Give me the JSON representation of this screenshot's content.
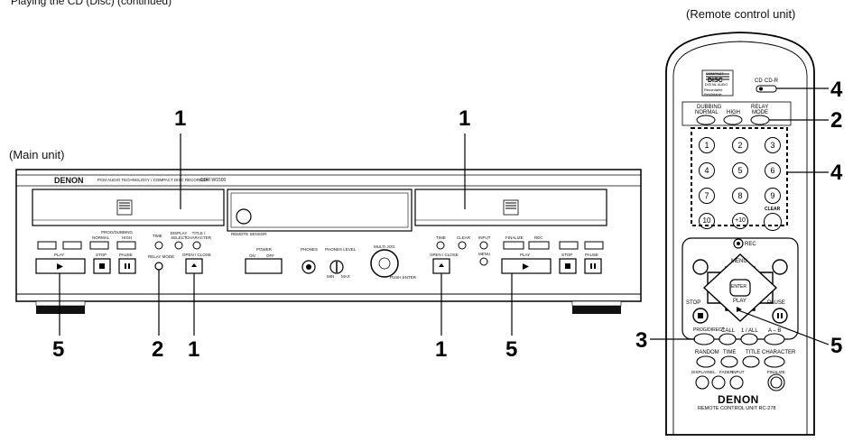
{
  "captions": {
    "top": "Playing the CD (Disc) (continued)",
    "main_unit": "(Main unit)",
    "remote_unit": "(Remote control unit)"
  },
  "callouts": {
    "main_top_left": "1",
    "main_top_right": "1",
    "main_bottom_play_left": "5",
    "main_bottom_relay": "2",
    "main_bottom_open_left": "1",
    "main_bottom_open_right": "1",
    "main_bottom_play_right": "5",
    "remote_cd_switch": "4",
    "remote_relay_mode": "2",
    "remote_numpad": "4",
    "remote_play": "5",
    "remote_prog_direct": "3"
  },
  "main_unit": {
    "brand": "DENON",
    "tagline": "PCM AUDIO TECHNOLOGY / COMPACT DISC RECORDER",
    "model": "CDR-W1500",
    "left_deck": {
      "prog_dubbing": "PROG/DUBBING",
      "normal": "NORMAL",
      "high": "HIGH",
      "time": "TIME",
      "display_select": "DISPLAY SELECT",
      "title_character": "TITLE / CHARACTER",
      "play": "PLAY",
      "stop": "STOP",
      "pause": "PAUSE",
      "relay_mode": "RELAY MODE",
      "open_close": "OPEN / CLOSE"
    },
    "center": {
      "remote_sensor": "REMOTE SENSOR",
      "power": "POWER",
      "on": "ON",
      "off": "OFF",
      "phones": "PHONES",
      "phones_level": "PHONES LEVEL",
      "multi_jog": "MULTI JOG",
      "min": "MIN",
      "max": "MAX",
      "push_enter": "PUSH ENTER"
    },
    "right_deck": {
      "time": "TIME",
      "clear": "CLEAR",
      "input": "INPUT",
      "menu": "MENU",
      "open_close": "OPEN / CLOSE",
      "finalize": "FINALIZE",
      "rec": "REC",
      "play": "PLAY",
      "stop": "STOP",
      "pause": "PAUSE"
    }
  },
  "remote": {
    "logo_line1": "COMPACT",
    "logo_line2": "DISC",
    "logo_line3": "DIGITAL AUDIO",
    "logo_line4": "Recordable",
    "logo_line5": "ReWritable",
    "cd": "CD",
    "cdr": "CD-R",
    "dubbing": "DUBBING",
    "normal": "NORMAL",
    "high": "HIGH",
    "relay": "RELAY",
    "mode": "MODE",
    "numbers": [
      "1",
      "2",
      "3",
      "4",
      "5",
      "6",
      "7",
      "8",
      "9",
      "10",
      "+10"
    ],
    "clear": "CLEAR",
    "rec": "REC",
    "menu": "MENU",
    "enter": "ENTER",
    "play": "PLAY",
    "stop": "STOP",
    "pause": "PAUSE",
    "prog_direct": "PROG/DIRECT",
    "call": "CALL",
    "one_all": "1 / ALL",
    "a_b": "A – B",
    "random": "RANDOM",
    "time": "TIME",
    "title": "TITLE",
    "character": "CHARACTER",
    "display": "DISPLAY",
    "sel": "SEL.",
    "fader": "FADER",
    "input": "INPUT",
    "finalize": "FINALIZE",
    "brand": "DENON",
    "model": "REMOTE CONTROL UNIT RC-278"
  }
}
